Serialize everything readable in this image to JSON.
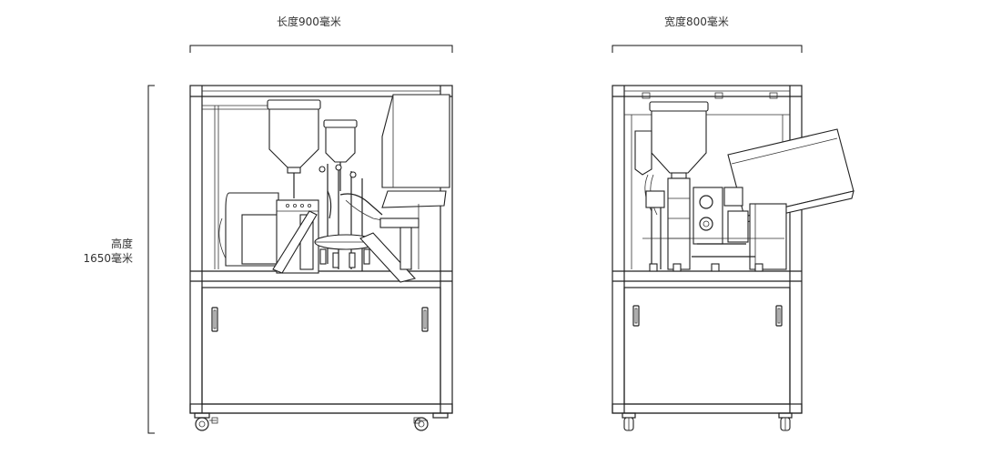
{
  "dimensions": {
    "length": "长度900毫米",
    "width": "宽度800毫米",
    "height_word": "高度",
    "height_value": "1650毫米"
  },
  "colors": {
    "line": "#222222",
    "background": "#ffffff"
  }
}
